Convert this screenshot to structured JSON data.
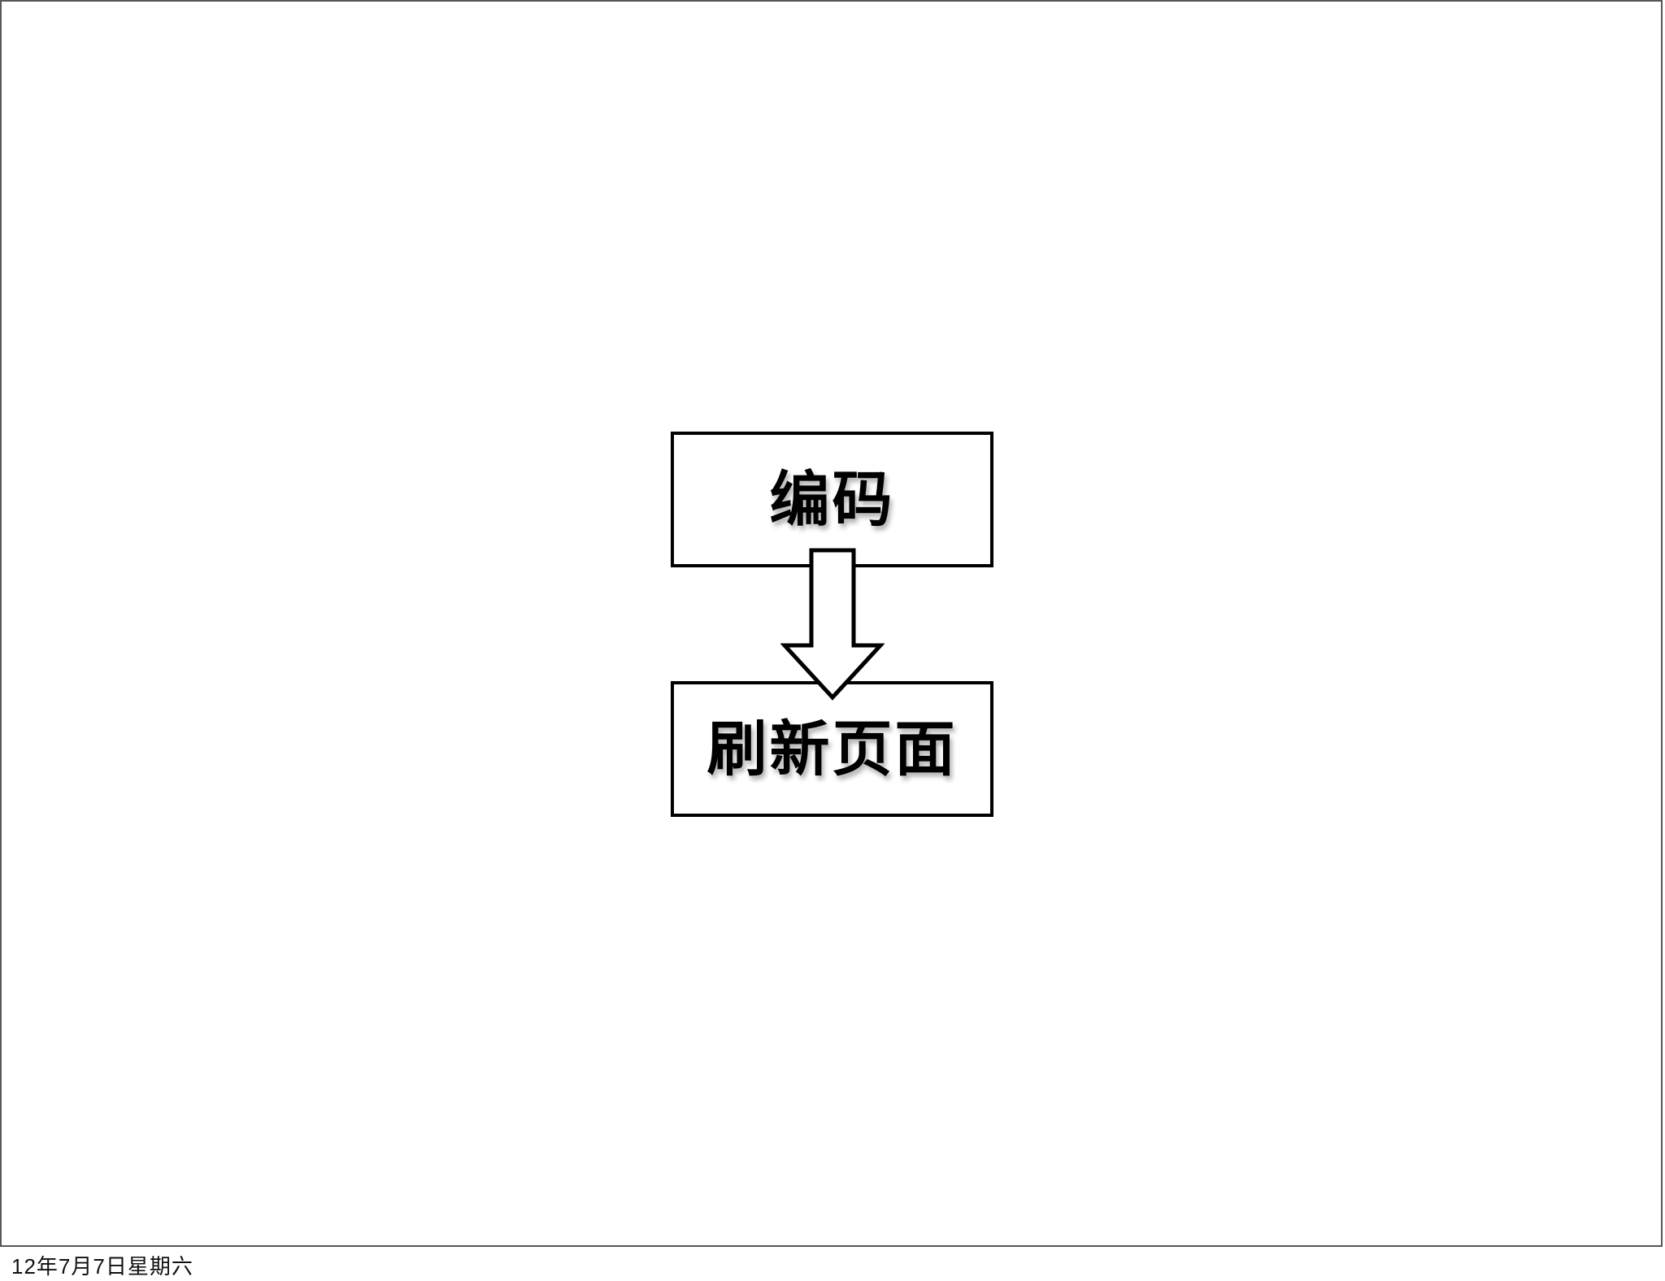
{
  "slide": {
    "background_color": "#ffffff",
    "frame_color": "#57575a"
  },
  "diagram": {
    "type": "flowchart",
    "nodes": [
      {
        "id": "encode",
        "label": "编码"
      },
      {
        "id": "refresh-page",
        "label": "刷新页面"
      }
    ],
    "connectors": [
      {
        "from": "encode",
        "to": "refresh-page",
        "shape": "block-arrow-down",
        "fill": "#ffffff",
        "stroke": "#000000"
      }
    ]
  },
  "footer": {
    "date": "12年7月7日星期六"
  }
}
